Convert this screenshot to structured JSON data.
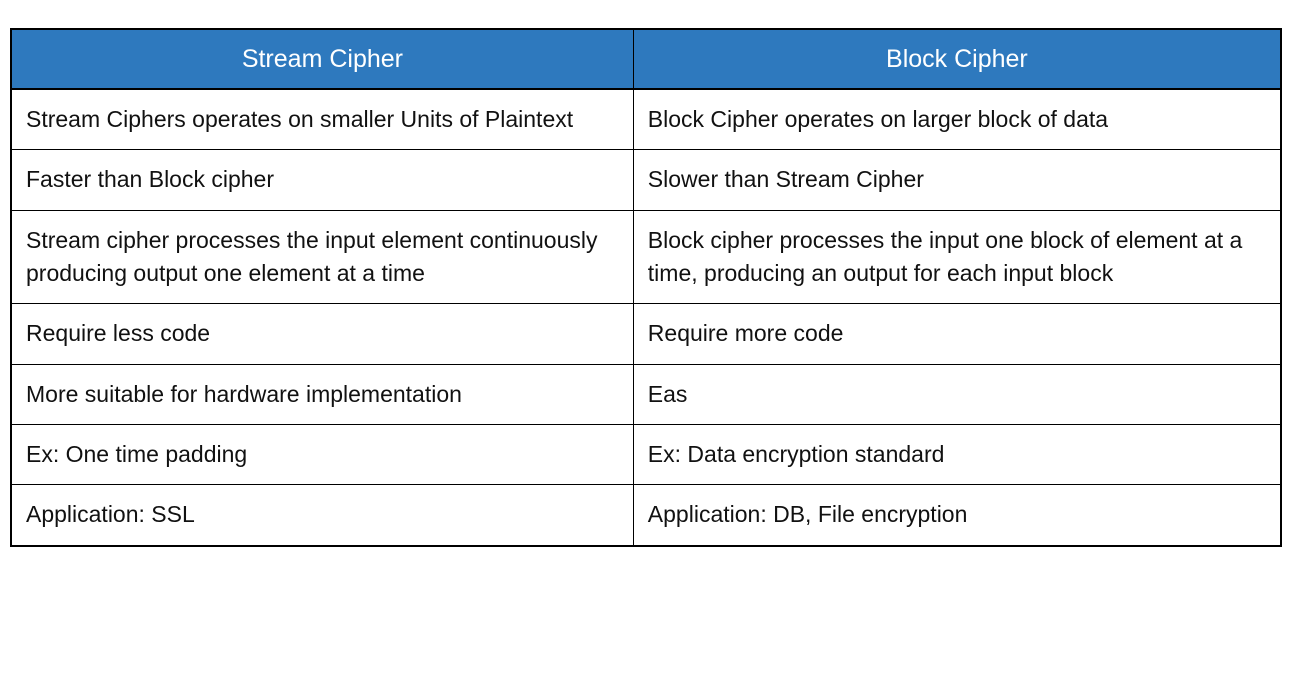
{
  "colors": {
    "header_bg": "#2e79be",
    "header_text": "#ffffff",
    "border": "#000000",
    "body_text": "#111111"
  },
  "table": {
    "headers": [
      "Stream Cipher",
      "Block Cipher"
    ],
    "rows": [
      [
        "Stream Ciphers operates on smaller Units of Plaintext",
        "Block Cipher operates on larger block of data"
      ],
      [
        "Faster than Block cipher",
        "Slower than Stream Cipher"
      ],
      [
        "Stream cipher processes the input element continuously producing output one element at a time",
        "Block cipher processes the input one block of element at a time, producing an output for each input block"
      ],
      [
        "Require less code",
        "Require more code"
      ],
      [
        "More suitable for hardware implementation",
        "Eas"
      ],
      [
        "Ex: One time padding",
        "Ex: Data encryption standard"
      ],
      [
        "Application: SSL",
        "Application: DB, File encryption"
      ]
    ]
  }
}
